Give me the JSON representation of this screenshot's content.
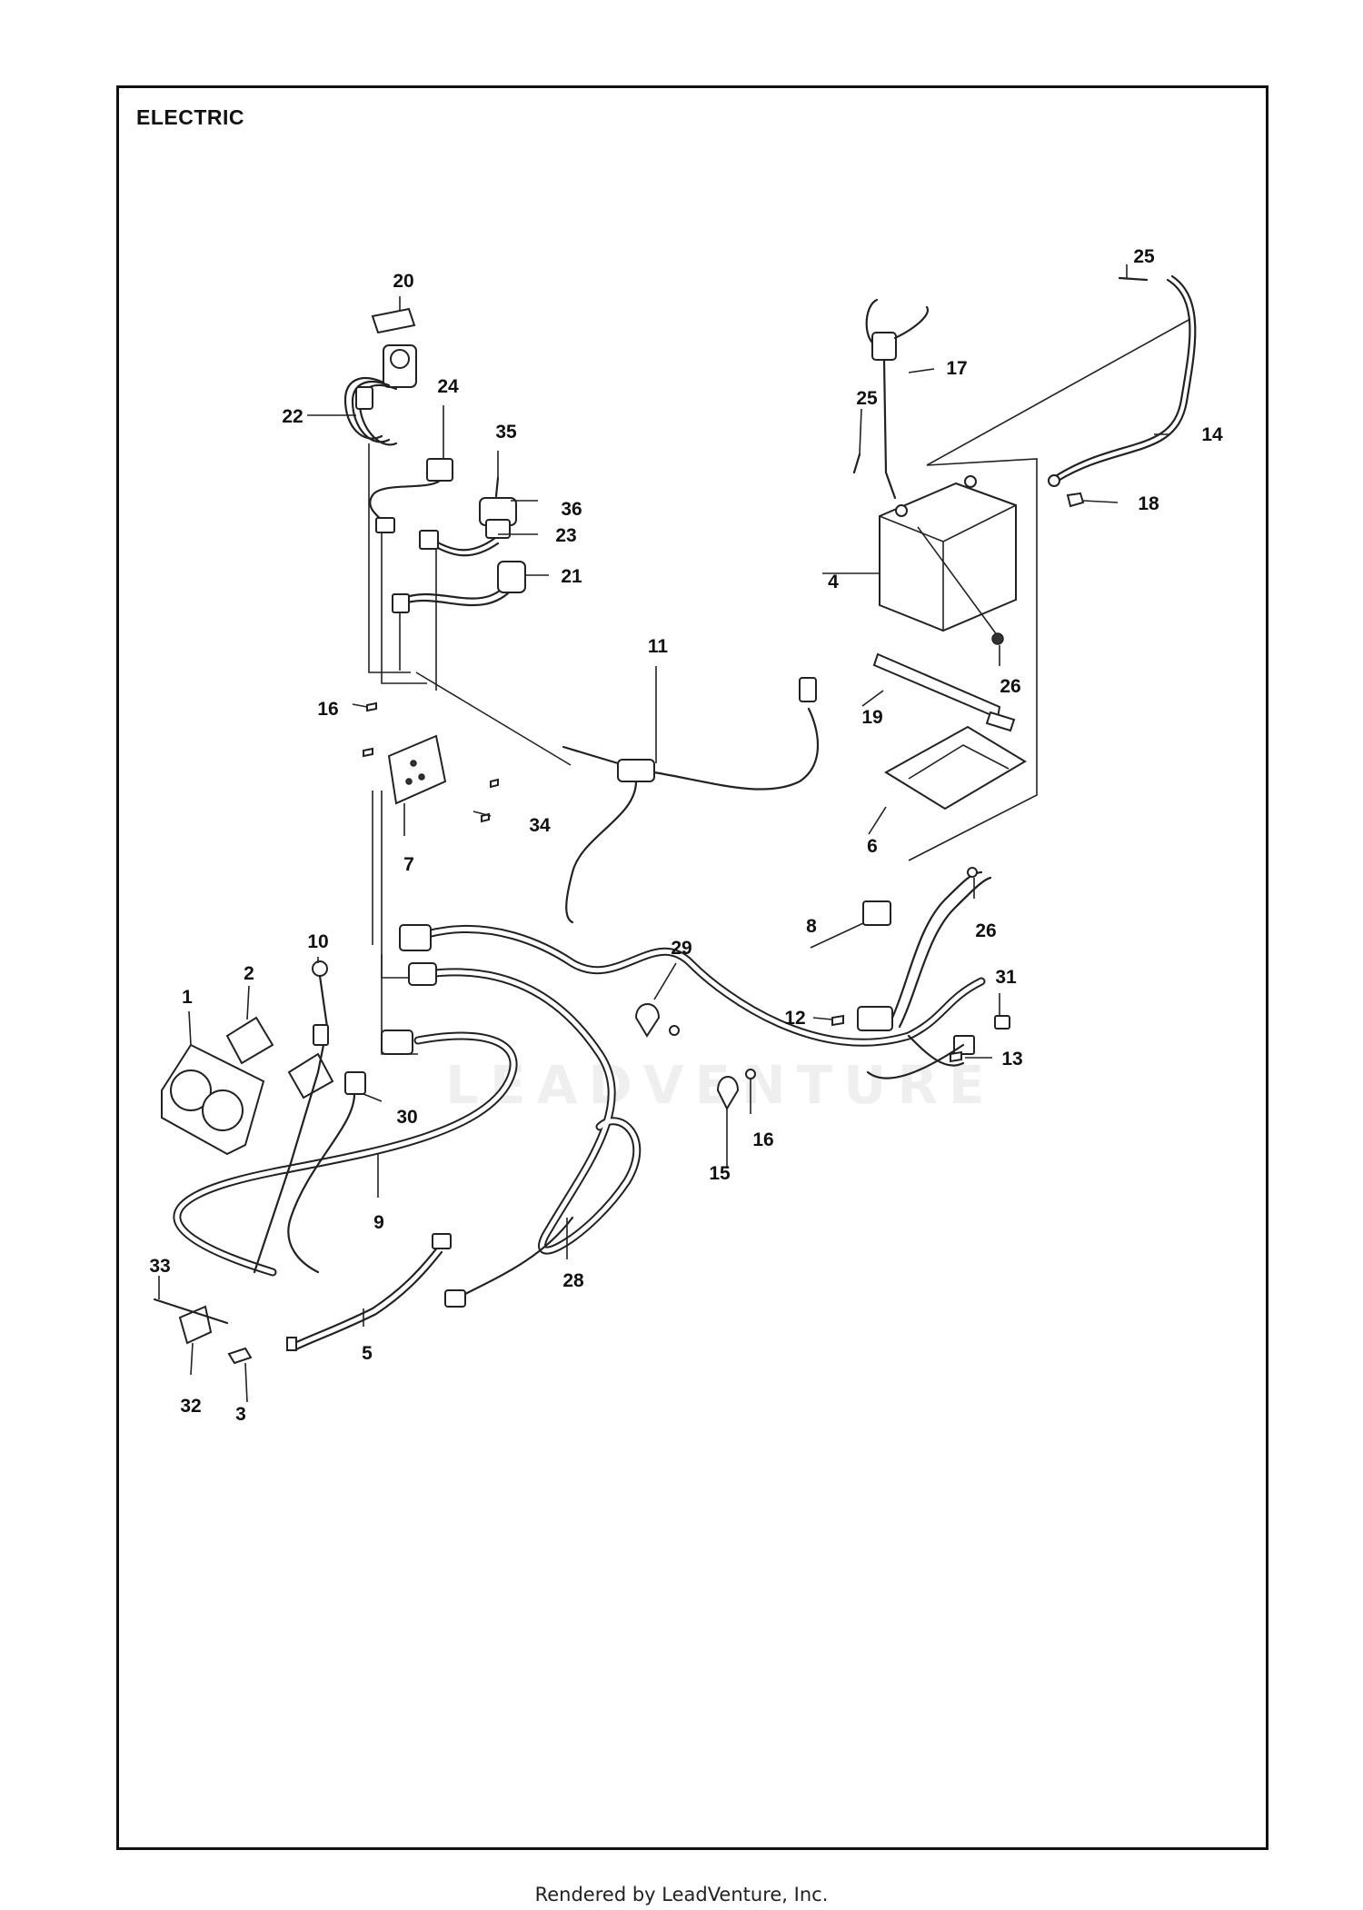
{
  "title": "ELECTRIC",
  "footer": "Rendered by LeadVenture, Inc.",
  "watermark": "LEADVENTURE",
  "callouts": [
    "1",
    "2",
    "3",
    "4",
    "5",
    "6",
    "7",
    "8",
    "9",
    "10",
    "11",
    "12",
    "13",
    "14",
    "15",
    "16",
    "16",
    "17",
    "18",
    "19",
    "20",
    "21",
    "22",
    "23",
    "24",
    "25",
    "25",
    "26",
    "26",
    "28",
    "29",
    "30",
    "31",
    "32",
    "33",
    "34",
    "35",
    "36"
  ]
}
